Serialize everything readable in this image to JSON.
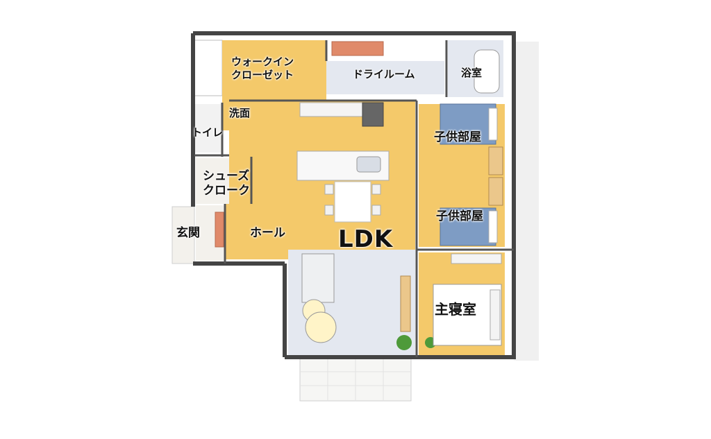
{
  "rooms": {
    "walk_in_closet": [
      "ウォークイン",
      "クローゼット"
    ],
    "dry_room": "ドライルーム",
    "bathroom": "浴室",
    "washroom": "洗面",
    "toilet": "トイレ",
    "shoe_cloak": [
      "シューズ",
      "クローク"
    ],
    "entrance": "玄関",
    "hall": "ホール",
    "ldk": "LDK",
    "kids_room_1": "子供部屋",
    "kids_room_2": "子供部屋",
    "master_bedroom": "主寝室"
  },
  "colors": {
    "floor_wood": "#F4C96A",
    "floor_dark": "#E8B24A",
    "tile_floor": "#E4E8F0",
    "wall": "#444444",
    "bed_blanket": "#7E9CC4",
    "plant": "#4E9A3A"
  }
}
